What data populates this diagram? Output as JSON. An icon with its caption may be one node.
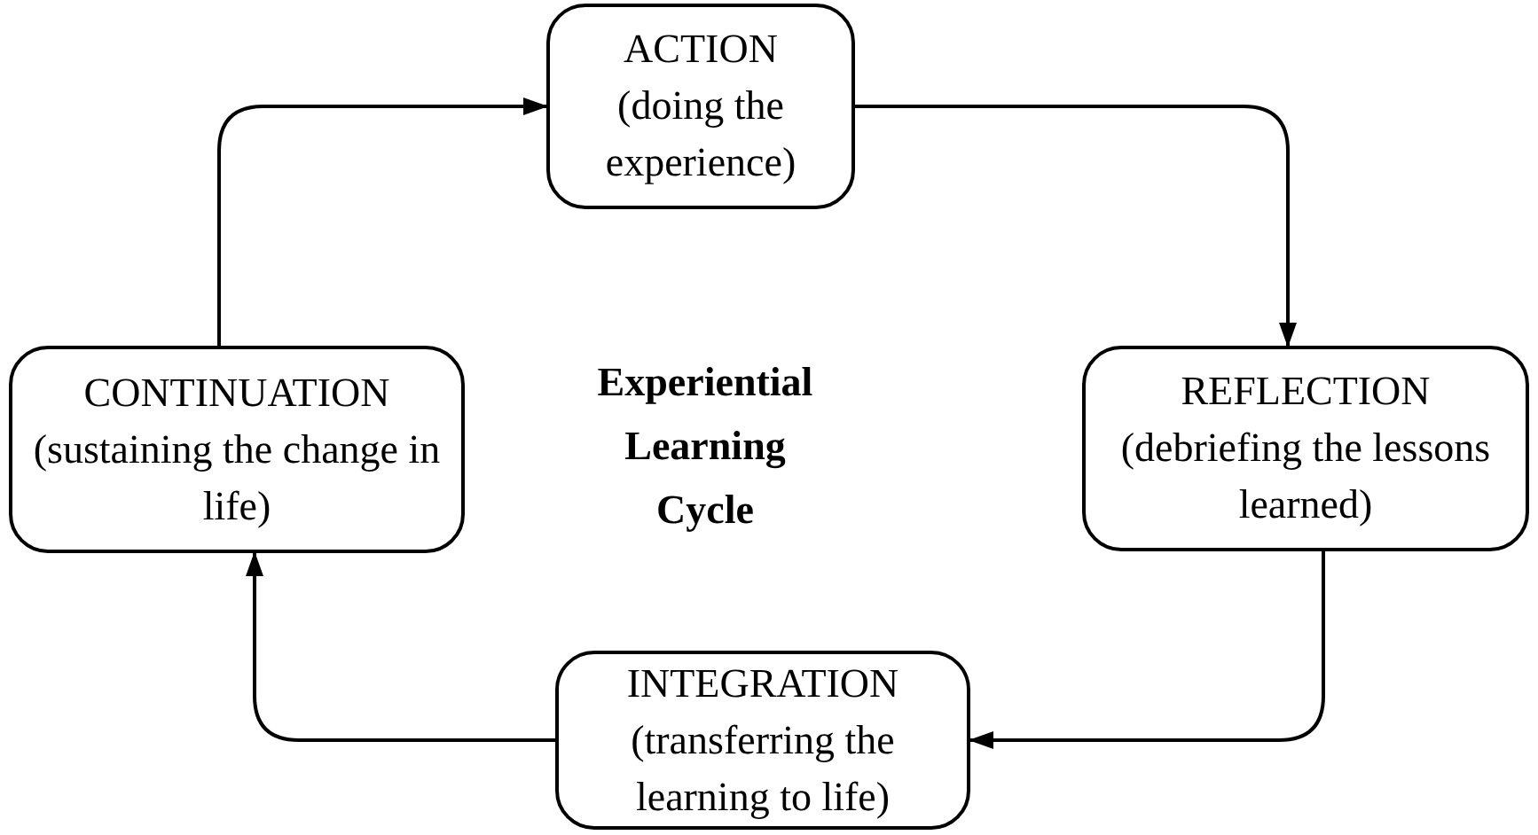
{
  "diagram": {
    "nodes": [
      {
        "text": [
          "ACTION",
          "(doing the experience)"
        ]
      },
      {
        "text": [
          "REFLECTION",
          "(debriefing the lessons learned)"
        ]
      },
      {
        "text": [
          "INTEGRATION",
          "(transferring the learning to life)"
        ]
      },
      {
        "text": [
          "CONTINUATION",
          "(sustaining the change in life)"
        ]
      }
    ],
    "edges": [
      {
        "from": 3,
        "to": 0,
        "arrow": "to"
      },
      {
        "from": 0,
        "to": 1,
        "arrow": "to"
      },
      {
        "from": 1,
        "to": 2,
        "arrow": "to"
      },
      {
        "from": 2,
        "to": 3,
        "arrow": "to"
      }
    ],
    "labels": [
      "Experiential Learning Cycle"
    ]
  }
}
